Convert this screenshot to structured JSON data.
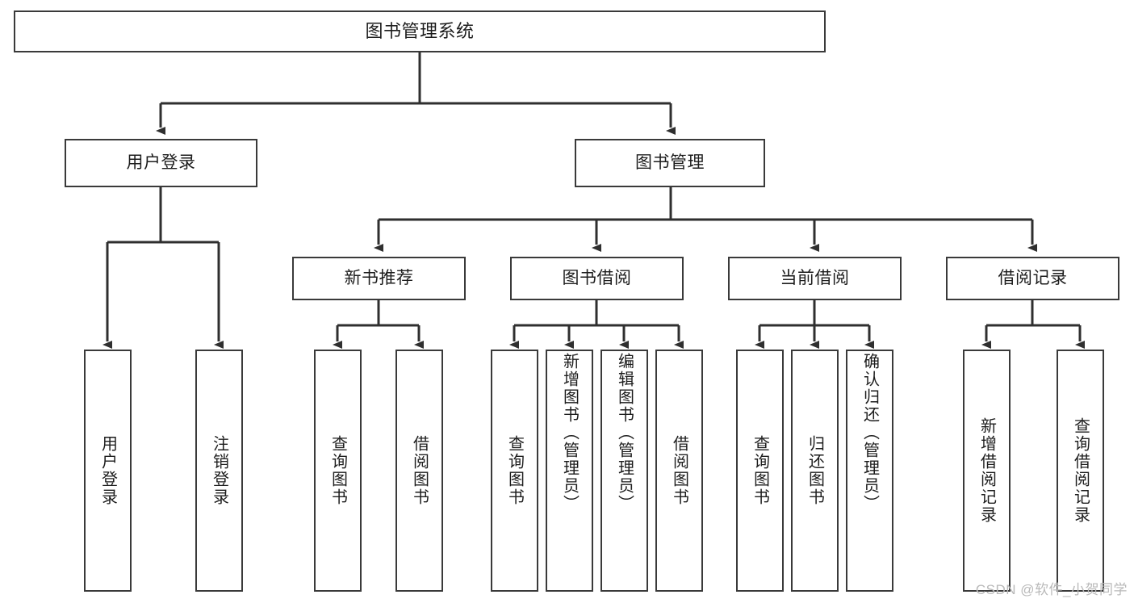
{
  "diagram": {
    "title": "图书管理系统",
    "type": "functional-decomposition-tree",
    "colors": {
      "background": "#ffffff",
      "box_border": "#3a3a3a",
      "box_fill": "#ffffff",
      "connector": "#2f2f2f",
      "text": "#1d1d1d",
      "watermark": "#b9b9b9"
    },
    "root": {
      "label": "图书管理系统"
    },
    "level2": [
      {
        "label": "用户登录"
      },
      {
        "label": "图书管理"
      }
    ],
    "level3": [
      {
        "label": "新书推荐"
      },
      {
        "label": "图书借阅"
      },
      {
        "label": "当前借阅"
      },
      {
        "label": "借阅记录"
      }
    ],
    "leaves": {
      "user_login": [
        {
          "label": "用户登录"
        },
        {
          "label": "注销登录"
        }
      ],
      "new_book_recommend": [
        {
          "label": "查询图书"
        },
        {
          "label": "借阅图书"
        }
      ],
      "book_borrow": [
        {
          "label": "查询图书"
        },
        {
          "label": "新增图书（管理员）"
        },
        {
          "label": "编辑图书（管理员）"
        },
        {
          "label": "借阅图书"
        }
      ],
      "current_borrow": [
        {
          "label": "查询图书"
        },
        {
          "label": "归还图书"
        },
        {
          "label": "确认归还（管理员）"
        }
      ],
      "borrow_record": [
        {
          "label": "新增借阅记录"
        },
        {
          "label": "查询借阅记录"
        }
      ]
    },
    "watermark": "CSDN @软件_小贺同学"
  }
}
